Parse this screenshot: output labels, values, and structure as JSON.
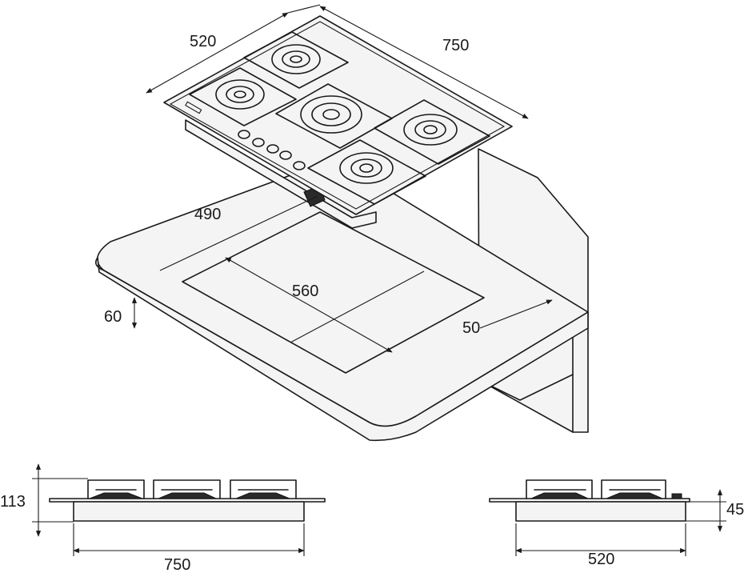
{
  "dimensions": {
    "hob_depth": "520",
    "hob_width": "750",
    "cutout_depth": "490",
    "cutout_width": "560",
    "worktop_thickness": "60",
    "rear_clearance": "50",
    "front_height": "113",
    "front_width": "750",
    "side_height": "45",
    "side_depth": "520"
  }
}
